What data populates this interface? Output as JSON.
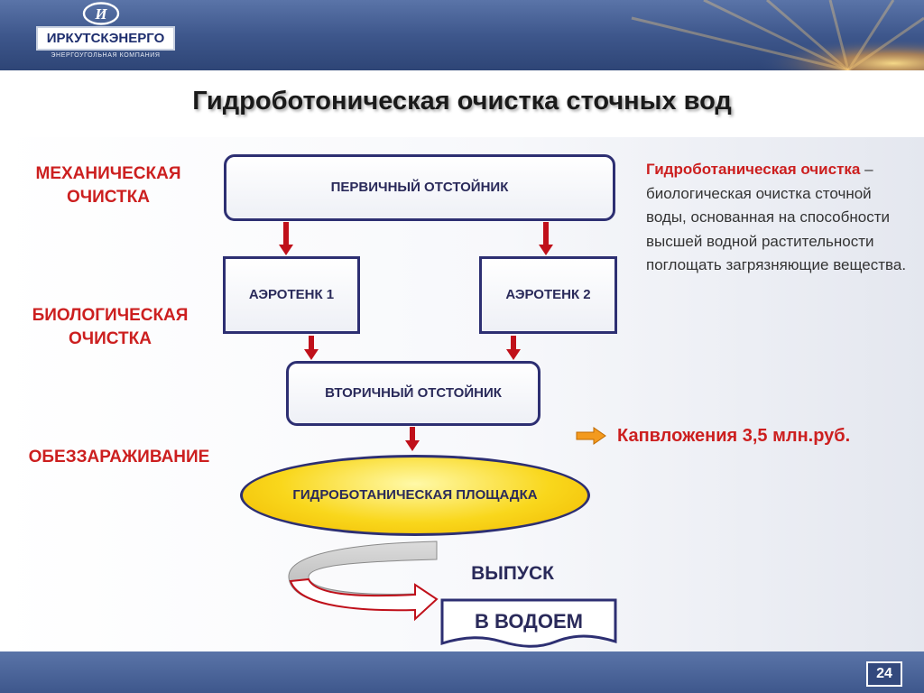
{
  "header": {
    "logo_name": "ИРКУТСКЭНЕРГО",
    "logo_subtitle": "ЭНЕРГОУГОЛЬНАЯ КОМПАНИЯ",
    "logo_emblem": "И"
  },
  "title": "Гидроботоническая очистка сточных вод",
  "stages": {
    "mechanical": "МЕХАНИЧЕСКАЯ ОЧИСТКА",
    "biological": "БИОЛОГИЧЕСКАЯ ОЧИСТКА",
    "disinfection": "ОБЕЗЗАРАЖИВАНИЕ"
  },
  "flow": {
    "primary_settler": "ПЕРВИЧНЫЙ  ОТСТОЙНИК",
    "aerotank_1": "АЭРОТЕНК 1",
    "aerotank_2": "АЭРОТЕНК 2",
    "secondary_settler": "ВТОРИЧНЫЙ ОТСТОЙНИК",
    "hydrobotanical_site": "ГИДРОБОТАНИЧЕСКАЯ ПЛОЩАДКА",
    "discharge_label": "ВЫПУСК",
    "discharge_target": "В  ВОДОЕМ"
  },
  "definition": {
    "term": "Гидроботаническая очистка",
    "text": " – биологическая очистка сточной воды, основанная на способности высшей водной растительности поглощать загрязняющие вещества."
  },
  "investment": {
    "text": "Капвложения 3,5 млн.руб."
  },
  "footer": {
    "slide_number": "24"
  },
  "colors": {
    "accent_red": "#cc1f1f",
    "box_border": "#2d2f72",
    "header_blue": "#3e578c",
    "ellipse_yellow": "#f9d71c",
    "invest_arrow": "#f39a1e"
  },
  "icons": [
    "logo-emblem-icon",
    "down-arrow-icon",
    "curved-arrow-icon",
    "right-arrow-icon"
  ]
}
